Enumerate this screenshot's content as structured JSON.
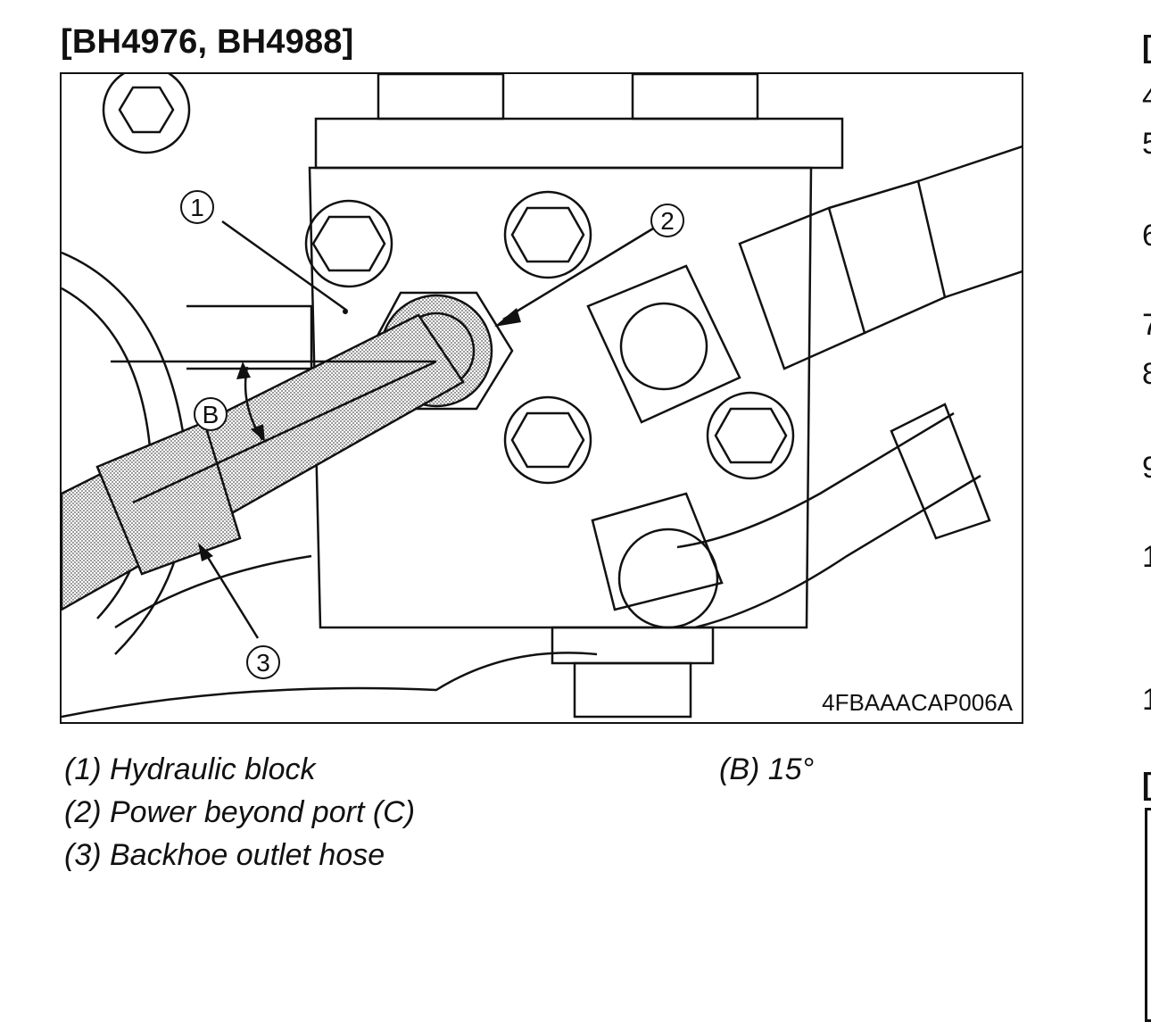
{
  "page": {
    "title": "[BH4976, BH4988]"
  },
  "figure": {
    "code": "4FBAAACAP006A",
    "callouts": [
      {
        "id": "1",
        "label": "1"
      },
      {
        "id": "2",
        "label": "2"
      },
      {
        "id": "3",
        "label": "3"
      },
      {
        "id": "B",
        "label": "B"
      }
    ]
  },
  "legend": {
    "items": [
      "(1) Hydraulic block",
      "(2) Power beyond port (C)",
      "(3) Backhoe outlet hose"
    ],
    "angle_note": "(B) 15°"
  },
  "right_edge": {
    "fragments": [
      "[",
      "4",
      "5",
      "6",
      "7",
      "8",
      "9",
      "1",
      "1",
      "["
    ]
  }
}
